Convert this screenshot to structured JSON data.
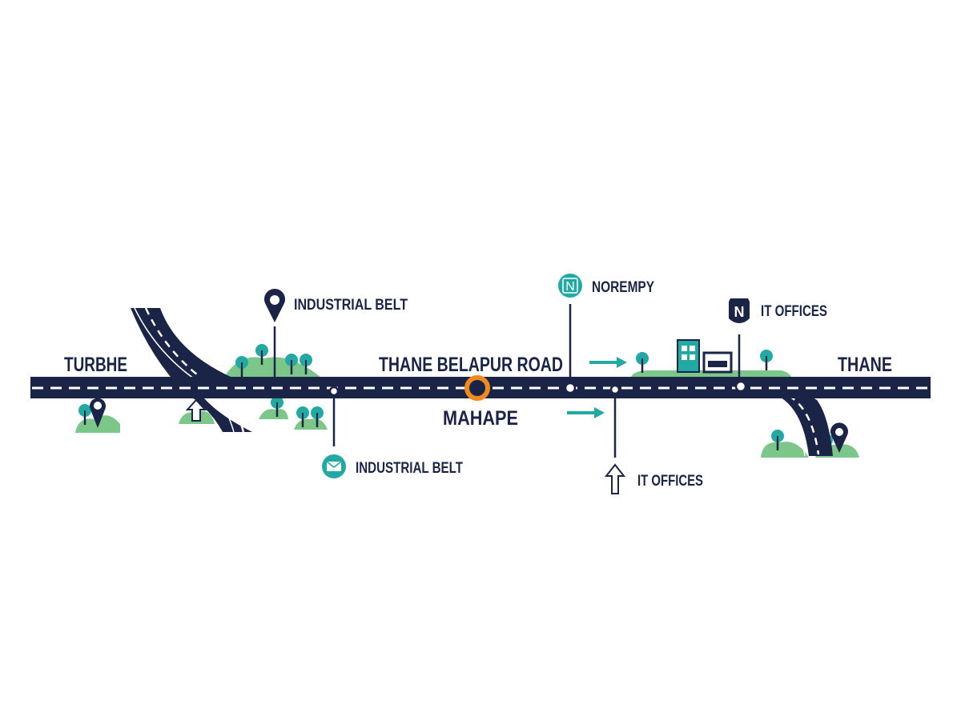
{
  "colors": {
    "road": "#1a2447",
    "teal": "#22a9a3",
    "green": "#7cc68a",
    "orange": "#f08a1c"
  },
  "labels": {
    "turbhe": "TURBHE",
    "thane": "THANE",
    "road_name": "THANE BELAPUR ROAD",
    "mahape": "MAHAPE",
    "industrial_belt_top": "INDUSTRIAL BELT",
    "industrial_belt_bottom": "INDUSTRIAL BELT",
    "norempy": "NOREMPY",
    "it_offices_top": "IT OFFICES",
    "it_offices_bottom": "IT OFFICES",
    "norempy_badge": "N",
    "it_badge": "N"
  },
  "icons": [
    "location-pin-icon",
    "envelope-icon",
    "n-logo-icon",
    "n-shield-icon",
    "up-arrow-icon",
    "right-arrow-icon",
    "tree-icon",
    "building-icon",
    "current-location-ring-icon"
  ]
}
